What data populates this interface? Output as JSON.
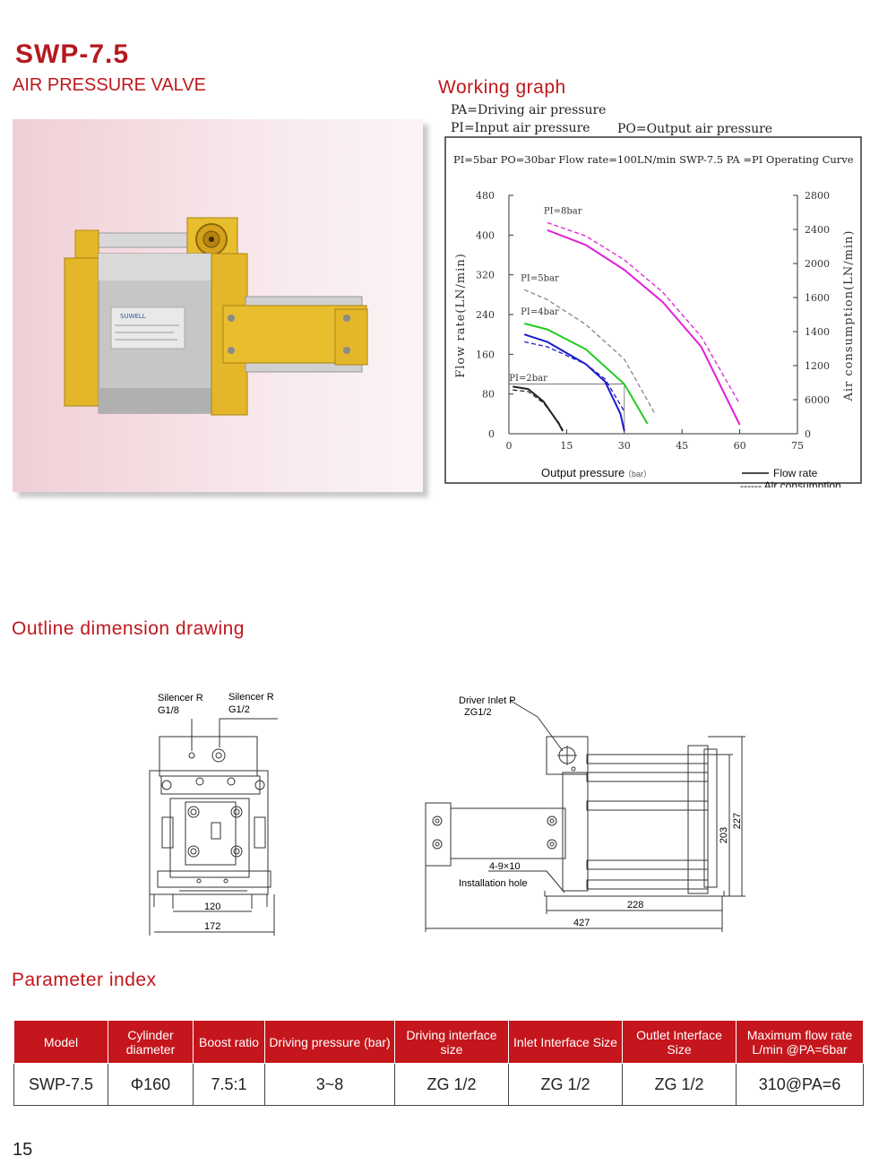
{
  "header": {
    "model_title": "SWP-7.5",
    "subtitle": "AIR PRESSURE VALVE"
  },
  "working_graph": {
    "title": "Working graph",
    "legend": [
      "PA=Driving air pressure",
      "PI=Input air pressure",
      "PO=Output air pressure"
    ]
  },
  "product_photo": {
    "label_brand": "SUWELL",
    "colors": {
      "body": "#e4b62a",
      "cylinder": "#c8c8c8",
      "background": "#f5dde2"
    }
  },
  "chart_data": {
    "type": "line",
    "title": "PI=5bar PO=30bar  Flow rate=100LN/min  SWP-7.5 PA =PI  Operating Curve",
    "xlabel": "Output pressure",
    "xlabel_unit": "（bar）",
    "ylabel_left": "Flow rate(LN/min)",
    "ylabel_right": "Air consumption(LN/min)",
    "xlim": [
      0,
      75
    ],
    "ylim": [
      0,
      480
    ],
    "x_ticks": [
      0,
      15,
      30,
      45,
      60,
      75
    ],
    "y_ticks": [
      0,
      80,
      160,
      240,
      320,
      400,
      480
    ],
    "y_right_ticks": [
      "0",
      "6000",
      "1200",
      "1400",
      "1600",
      "2000",
      "2400",
      "2800"
    ],
    "legend": {
      "solid": "Flow rate",
      "dashed": "------ Air consumption"
    },
    "legend_placement": "bottom-right",
    "reference_point": {
      "x": 30,
      "y": 100
    },
    "series": [
      {
        "name": "PI=8bar",
        "color": "#e020d8",
        "solid": [
          [
            10,
            410
          ],
          [
            20,
            380
          ],
          [
            30,
            330
          ],
          [
            40,
            265
          ],
          [
            50,
            175
          ],
          [
            60,
            18
          ]
        ],
        "dashed": [
          [
            10,
            425
          ],
          [
            20,
            398
          ],
          [
            30,
            350
          ],
          [
            40,
            285
          ],
          [
            50,
            195
          ],
          [
            60,
            60
          ]
        ]
      },
      {
        "name": "PI=5bar",
        "color": "#888888",
        "dashed": [
          [
            4,
            290
          ],
          [
            10,
            270
          ],
          [
            20,
            220
          ],
          [
            30,
            150
          ],
          [
            38,
            40
          ]
        ]
      },
      {
        "name": "PI=4bar",
        "color": "#22cc22",
        "solid": [
          [
            4,
            222
          ],
          [
            10,
            210
          ],
          [
            20,
            170
          ],
          [
            30,
            100
          ],
          [
            36,
            20
          ]
        ]
      },
      {
        "name": "",
        "color": "#1a1acc",
        "solid": [
          [
            4,
            200
          ],
          [
            10,
            185
          ],
          [
            20,
            140
          ],
          [
            25,
            105
          ],
          [
            29,
            40
          ],
          [
            30,
            5
          ]
        ],
        "dashed": [
          [
            4,
            185
          ],
          [
            10,
            175
          ],
          [
            20,
            140
          ],
          [
            25,
            110
          ],
          [
            30,
            45
          ]
        ]
      },
      {
        "name": "PI=2bar",
        "color": "#222222",
        "solid": [
          [
            1,
            95
          ],
          [
            5,
            90
          ],
          [
            9,
            65
          ],
          [
            13,
            20
          ],
          [
            14,
            5
          ]
        ],
        "dashed": [
          [
            1,
            88
          ],
          [
            5,
            85
          ],
          [
            9,
            62
          ],
          [
            13,
            22
          ],
          [
            14,
            8
          ]
        ]
      }
    ]
  },
  "outline": {
    "title": "Outline dimension drawing",
    "silencer_1": [
      "Silencer R",
      "G1/8"
    ],
    "silencer_2": [
      "Silencer R",
      "G1/2"
    ],
    "dim_120": "120",
    "dim_172": "172",
    "driver_inlet": [
      "Driver Inlet P",
      "ZG1/2"
    ],
    "installation": [
      "4-9×10",
      "Installation hole"
    ],
    "dim_228": "228",
    "dim_427": "427",
    "dim_203": "203",
    "dim_227": "227"
  },
  "parameters": {
    "title": "Parameter index",
    "headers": [
      "Model",
      "Cylinder diameter",
      "Boost ratio",
      "Driving pressure (bar)",
      "Driving interface size",
      "Inlet Interface Size",
      "Outlet Interface Size",
      "Maximum flow rate L/min @PA=6bar"
    ],
    "row": [
      "SWP-7.5",
      "Φ160",
      "7.5:1",
      "3~8",
      "ZG 1/2",
      "ZG 1/2",
      "ZG 1/2",
      "310@PA=6"
    ]
  },
  "page_number": "15"
}
